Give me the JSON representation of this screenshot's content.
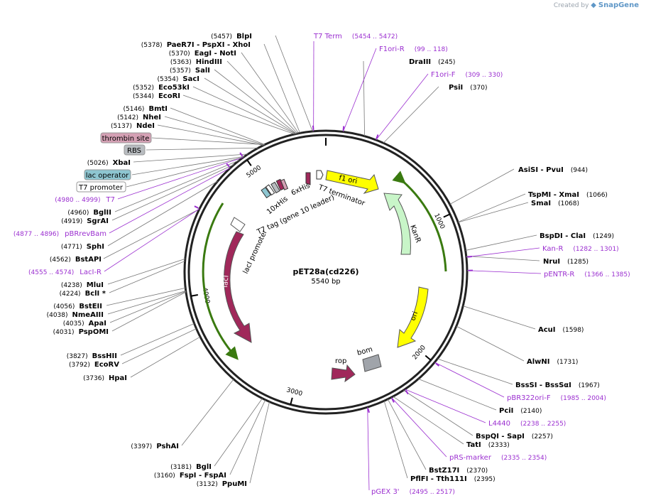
{
  "brand": {
    "created_by": "Created by",
    "app": "SnapGene"
  },
  "plasmid": {
    "name": "pET28a(cd226)",
    "length_label": "5540 bp"
  },
  "ticks": [
    "1000",
    "2000",
    "3000",
    "4000",
    "5000"
  ],
  "left_sites": [
    {
      "pos": "(5457)",
      "name": "BlpI"
    },
    {
      "pos": "(5378)",
      "name": "PaeR7I - PspXI - XhoI"
    },
    {
      "pos": "(5370)",
      "name": "EagI - NotI"
    },
    {
      "pos": "(5363)",
      "name": "HindIII"
    },
    {
      "pos": "(5357)",
      "name": "SalI"
    },
    {
      "pos": "(5354)",
      "name": "SacI"
    },
    {
      "pos": "(5352)",
      "name": "Eco53kI"
    },
    {
      "pos": "(5344)",
      "name": "EcoRI"
    },
    {
      "pos": "(5146)",
      "name": "BmtI"
    },
    {
      "pos": "(5142)",
      "name": "NheI"
    },
    {
      "pos": "(5137)",
      "name": "NdeI"
    },
    {
      "pos": "(5026)",
      "name": "XbaI"
    },
    {
      "pos": "(4960)",
      "name": "BglII"
    },
    {
      "pos": "(4919)",
      "name": "SgrAI"
    },
    {
      "pos": "(4771)",
      "name": "SphI"
    },
    {
      "pos": "(4562)",
      "name": "BstAPI"
    },
    {
      "pos": "(4238)",
      "name": "MluI"
    },
    {
      "pos": "(4224)",
      "name": "BclI *"
    },
    {
      "pos": "(4056)",
      "name": "BstEII"
    },
    {
      "pos": "(4038)",
      "name": "NmeAIII"
    },
    {
      "pos": "(4035)",
      "name": "ApaI"
    },
    {
      "pos": "(4031)",
      "name": "PspOMI"
    },
    {
      "pos": "(3827)",
      "name": "BssHII"
    },
    {
      "pos": "(3792)",
      "name": "EcoRV"
    },
    {
      "pos": "(3736)",
      "name": "HpaI"
    },
    {
      "pos": "(3397)",
      "name": "PshAI"
    },
    {
      "pos": "(3181)",
      "name": "BglI"
    },
    {
      "pos": "(3160)",
      "name": "FspI - FspAI"
    },
    {
      "pos": "(3132)",
      "name": "PpuMI"
    }
  ],
  "right_sites": [
    {
      "name": "DraIII",
      "pos": "(245)"
    },
    {
      "name": "PsiI",
      "pos": "(370)"
    },
    {
      "name": "AsiSI - PvuI",
      "pos": "(944)"
    },
    {
      "name": "TspMI - XmaI",
      "pos": "(1066)"
    },
    {
      "name": "SmaI",
      "pos": "(1068)"
    },
    {
      "name": "BspDI - ClaI",
      "pos": "(1249)"
    },
    {
      "name": "NruI",
      "pos": "(1285)"
    },
    {
      "name": "AcuI",
      "pos": "(1598)"
    },
    {
      "name": "AlwNI",
      "pos": "(1731)"
    },
    {
      "name": "BssSI - BssSαI",
      "pos": "(1967)"
    },
    {
      "name": "PciI",
      "pos": "(2140)"
    },
    {
      "name": "BspQI - SapI",
      "pos": "(2257)"
    },
    {
      "name": "TatI",
      "pos": "(2333)"
    },
    {
      "name": "BstZ17I",
      "pos": "(2370)"
    },
    {
      "name": "PflFI - Tth111I",
      "pos": "(2395)"
    }
  ],
  "primers": [
    {
      "name": "T7 Term",
      "pos": "(5454 .. 5472)"
    },
    {
      "name": "F1ori-R",
      "pos": "(99 .. 118)"
    },
    {
      "name": "F1ori-F",
      "pos": "(309 .. 330)"
    },
    {
      "name": "Kan-R",
      "pos": "(1282 .. 1301)"
    },
    {
      "name": "pENTR-R",
      "pos": "(1366 .. 1385)"
    },
    {
      "name": "pBR322ori-F",
      "pos": "(1985 .. 2004)"
    },
    {
      "name": "L4440",
      "pos": "(2238 .. 2255)"
    },
    {
      "name": "pRS-marker",
      "pos": "(2335 .. 2354)"
    },
    {
      "name": "pGEX 3'",
      "pos": "(2495 .. 2517)"
    },
    {
      "name": "T7",
      "pos": "(4980 .. 4999)"
    },
    {
      "name": "pBRrevBam",
      "pos": "(4877 .. 4896)"
    },
    {
      "name": "LacI-R",
      "pos": "(4555 .. 4574)"
    }
  ],
  "feature_boxes": [
    {
      "name": "thrombin site",
      "color": "#d4a0b4"
    },
    {
      "name": "RBS",
      "color": "#b8bcc0"
    },
    {
      "name": "lac operator",
      "color": "#8ec6d1"
    },
    {
      "name": "T7 promoter",
      "color": "#ffffff"
    }
  ],
  "features": {
    "f1_ori": "f1 ori",
    "kanr": "KanR",
    "ori": "ori",
    "bom": "bom",
    "rop": "rop",
    "laci": "lacI",
    "laci_promoter": "lacI promoter",
    "t7_terminator": "T7 terminator",
    "his6": "6xHis",
    "his10": "10xHis",
    "t7_tag": "T7 tag (gene 10 leader)"
  },
  "colors": {
    "primer": "#9b2fd0",
    "f1_ori": "#ffff00",
    "kanr": "#c8f5c8",
    "ori": "#ffff00",
    "laci": "#a0285a",
    "rop": "#a0285a",
    "bom": "#a0a4aa",
    "orf_green": "#3a7a10"
  }
}
